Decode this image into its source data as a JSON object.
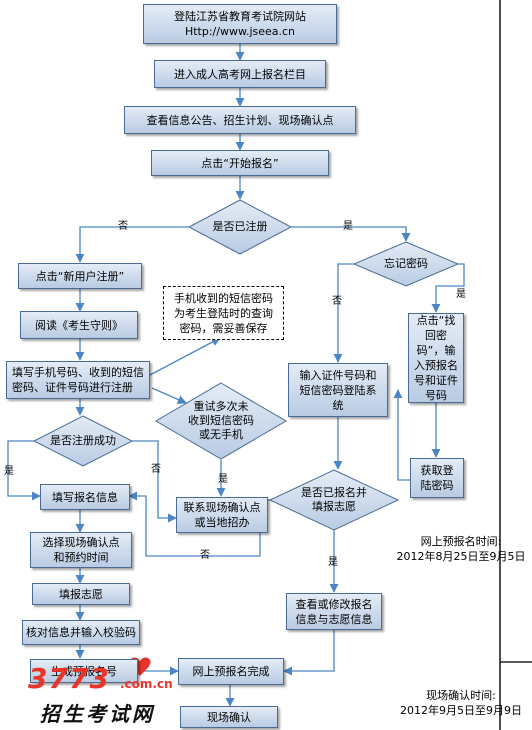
{
  "nodes": {
    "login_site": "登陆江苏省教育考试院网站\nHttp://www.jseea.cn",
    "enter_column": "进入成人高考网上报名栏目",
    "view_info": "查看信息公告、招生计划、现场确认点",
    "click_start": "点击“开始报名”",
    "registered_q": "是否已注册",
    "click_new_user": "点击“新用户注册”",
    "read_rules": "阅读《考生守则》",
    "fill_phone": "填写手机号码、收到的短信\n密码、证件号码进行注册",
    "register_success_q": "是否注册成功",
    "fill_info": "填写报名信息",
    "choose_point": "选择现场确认点\n和预约时间",
    "fill_wish": "填报志愿",
    "verify": "核对信息并输入校验码",
    "generate_no": "生成预报名号",
    "pre_done": "网上预报名完成",
    "onsite_confirm": "现场确认",
    "retry_q": "重试多次未\n收到短信密码\n或无手机",
    "contact_office": "联系现场确认点\n或当地招办",
    "forgot_pwd_q": "忘记密码",
    "retrieve_pwd": "点击“找\n回密\n码”，输\n入预报名\n号和证件\n号码",
    "get_login_pwd": "获取登\n陆密码",
    "login_system": "输入证件号码和\n短信密码登陆系\n统",
    "applied_q": "是否已报名并\n填报志愿",
    "view_modify": "查看或修改报名\n信息与志愿信息"
  },
  "note": "手机收到的短信密码\n为考生登陆时的查询\n密码，需妥善保存",
  "labels": {
    "yes": "是",
    "no": "否"
  },
  "timeline": {
    "online_period": "网上预报名时间:\n2012年8月25日至9月5日",
    "onsite_period": "现场确认时间:\n2012年9月5日至9月9日"
  },
  "watermark": {
    "number": "3773",
    "domain": ".com.cn",
    "text": "招生考试网"
  }
}
